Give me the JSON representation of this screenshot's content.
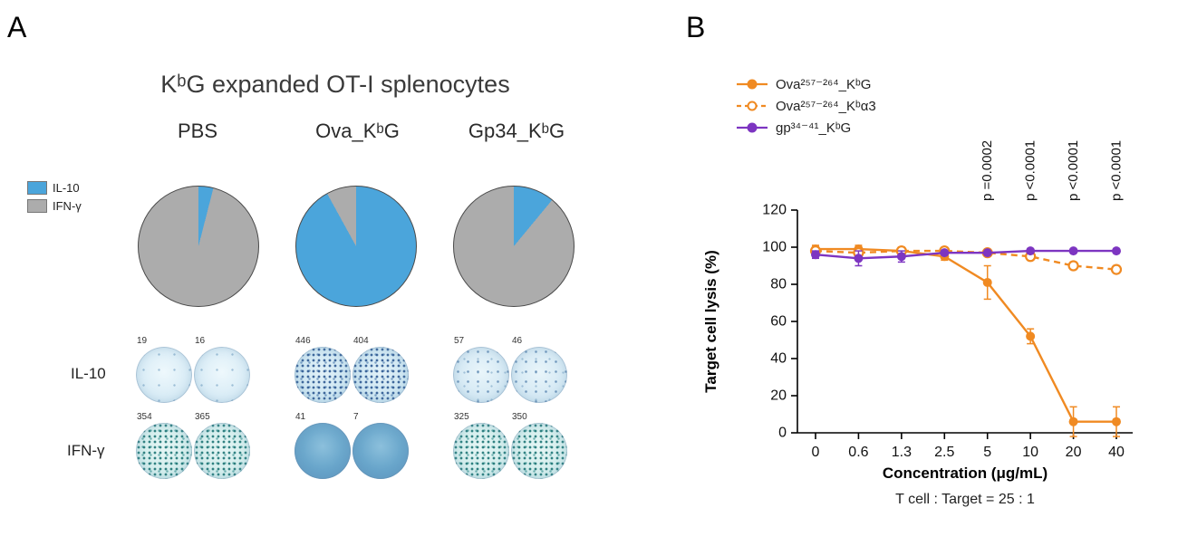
{
  "panel_a": {
    "label": "A",
    "title": "KᵇG expanded OT-I splenocytes",
    "elispot": {
      "rows": [
        {
          "label": "IL-10",
          "counts": [
            "19",
            "16",
            "446",
            "404",
            "57",
            "46"
          ]
        },
        {
          "label": "IFN-γ",
          "counts": [
            "354",
            "365",
            "41",
            "7",
            "325",
            "350"
          ]
        }
      ]
    }
  },
  "panel_b": {
    "label": "B",
    "footnote": "T cell : Target  = 25 : 1"
  },
  "chart_data": [
    {
      "type": "pie",
      "title": "PBS",
      "labels": [
        "IL-10",
        "IFN-γ"
      ],
      "values": [
        4,
        96
      ],
      "colors": [
        "#4BA5DB",
        "#ACACAC"
      ],
      "legend_position": "left"
    },
    {
      "type": "pie",
      "title": "Ova_KᵇG",
      "labels": [
        "IL-10",
        "IFN-γ"
      ],
      "values": [
        92,
        8
      ],
      "colors": [
        "#4BA5DB",
        "#ACACAC"
      ],
      "legend_position": "left"
    },
    {
      "type": "pie",
      "title": "Gp34_KᵇG",
      "labels": [
        "IL-10",
        "IFN-γ"
      ],
      "values": [
        11,
        89
      ],
      "colors": [
        "#4BA5DB",
        "#ACACAC"
      ],
      "legend_position": "left"
    },
    {
      "type": "line",
      "title": "",
      "xlabel": "Concentration (μg/mL)",
      "ylabel": "Target cell lysis (%)",
      "x_categories": [
        "0",
        "0.6",
        "1.3",
        "2.5",
        "5",
        "10",
        "20",
        "40"
      ],
      "ylim": [
        0,
        120
      ],
      "yticks": [
        0,
        20,
        40,
        60,
        80,
        100,
        120
      ],
      "grid": false,
      "legend_position": "top",
      "series": [
        {
          "name": "Ova²⁵⁷⁻²⁶⁴_KᵇG",
          "color": "#F08A22",
          "style": "solid",
          "marker": "filled",
          "values": [
            99,
            99,
            98,
            95,
            81,
            52,
            6,
            6
          ],
          "errors": [
            2,
            2,
            2,
            2,
            9,
            4,
            8,
            8
          ]
        },
        {
          "name": "Ova²⁵⁷⁻²⁶⁴_Kᵇα3",
          "color": "#F08A22",
          "style": "dashed",
          "marker": "open",
          "values": [
            98,
            97,
            98,
            98,
            97,
            95,
            90,
            88
          ],
          "errors": [
            1,
            2,
            1,
            1,
            1,
            2,
            2,
            2
          ]
        },
        {
          "name": "gp³⁴⁻⁴¹_KᵇG",
          "color": "#7D35C1",
          "style": "solid",
          "marker": "filled",
          "values": [
            96,
            94,
            95,
            97,
            97,
            98,
            98,
            98
          ],
          "errors": [
            2,
            4,
            3,
            1,
            1,
            1,
            1,
            1
          ]
        }
      ],
      "annotations": [
        {
          "x": "5",
          "label": "p =0.0002"
        },
        {
          "x": "10",
          "label": "p <0.0001"
        },
        {
          "x": "20",
          "label": "p <0.0001"
        },
        {
          "x": "40",
          "label": "p <0.0001"
        }
      ]
    }
  ]
}
